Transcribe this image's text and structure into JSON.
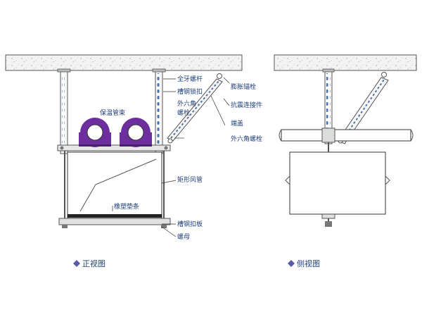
{
  "labels": {
    "full_thread_rod": "全牙螺杆",
    "channel_clamp_top": "槽钢锁扣",
    "expansion_bolt": "膨胀锚栓",
    "hex_bolt_1": "外六角",
    "hex_bolt_1b": "螺栓",
    "seismic_connector": "抗震连接件",
    "end_cap": "端盖",
    "hex_bolt_2": "外六角螺栓",
    "insulated_pipe_clamp": "保温管束",
    "rect_duct": "矩形风管",
    "rubber_pad": "橡塑垫条",
    "channel_clamp_plate": "槽钢扣板",
    "nut": "螺母"
  },
  "captions": {
    "front_view": "正视图",
    "side_view": "侧视图"
  },
  "colors": {
    "line": "#5a5a5a",
    "label": "#1f3f7a",
    "pipe_clamp": "#6e2f9e",
    "channel_blue": "#4a6fa5"
  }
}
